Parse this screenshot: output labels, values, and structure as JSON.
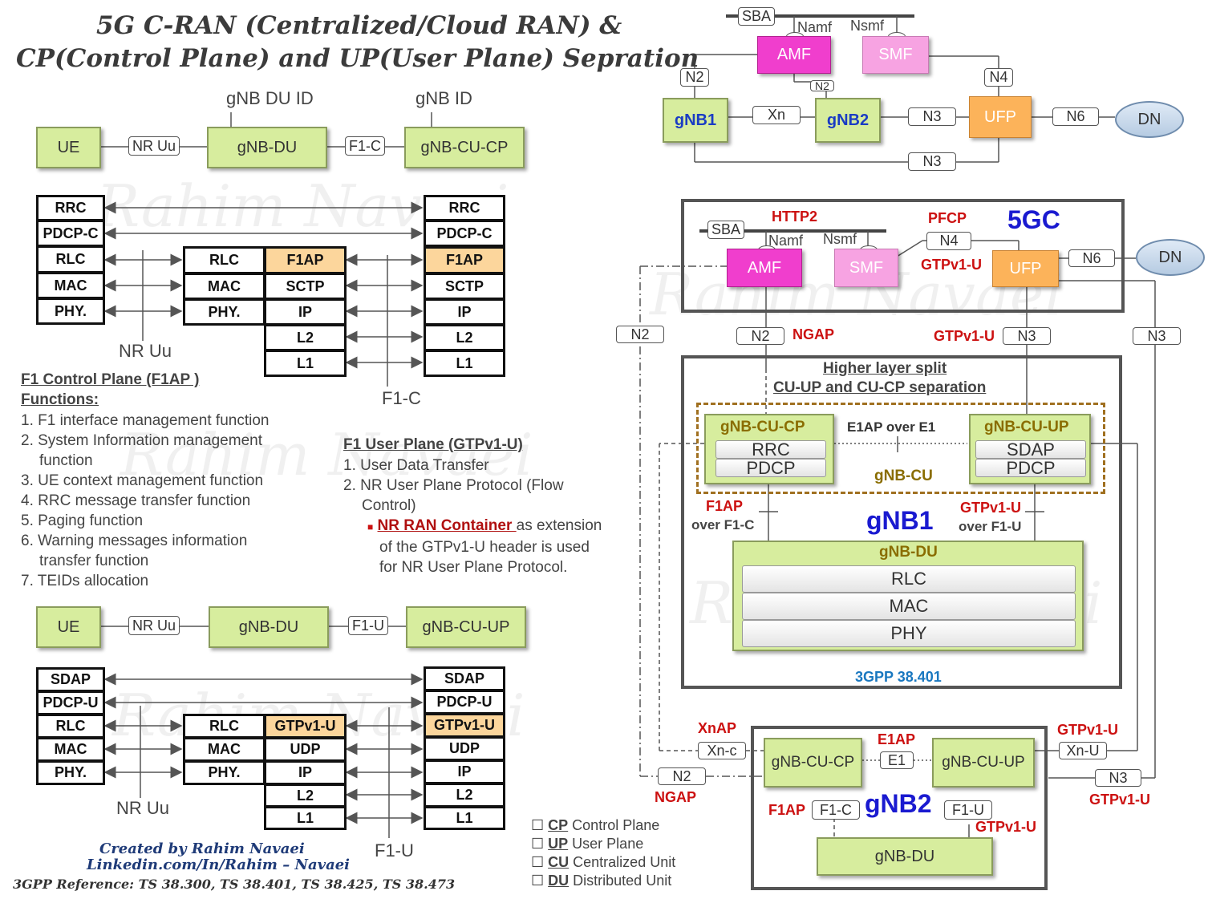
{
  "title": {
    "line1": "5G C-RAN (Centralized/Cloud RAN) &",
    "line2": "CP(Control Plane) and UP(User Plane) Sepration"
  },
  "watermark": "Rahim Navaei",
  "cp_chain": {
    "ue": "UE",
    "nr_uu": "NR Uu",
    "gnb_du": "gNB-DU",
    "f1c": "F1-C",
    "gnb_cu_cp": "gNB-CU-CP",
    "du_id_label": "gNB DU ID",
    "gnb_id_label": "gNB ID"
  },
  "cp_stack": {
    "ue": [
      "RRC",
      "PDCP-C",
      "RLC",
      "MAC",
      "PHY."
    ],
    "du_left": [
      "RLC",
      "MAC",
      "PHY."
    ],
    "du_right": [
      "F1AP",
      "SCTP",
      "IP",
      "L2",
      "L1"
    ],
    "cu": [
      "RRC",
      "PDCP-C",
      "F1AP",
      "SCTP",
      "IP",
      "L2",
      "L1"
    ],
    "nr_uu_label": "NR Uu",
    "f1c_label": "F1-C"
  },
  "f1_cp": {
    "heading1": "F1 Control Plane (F1AP )",
    "heading2": "Functions:",
    "items": [
      "1. F1 interface management function",
      "2. System Information management",
      "function",
      "3. UE context management  function",
      "4. RRC message transfer function",
      "5. Paging function",
      "6. Warning messages information",
      "transfer function",
      "7. TEIDs allocation"
    ]
  },
  "f1_up": {
    "heading": "F1 User Plane (GTPv1-U)",
    "items": [
      "1. User Data Transfer",
      "2. NR User Plane Protocol (Flow",
      "Control)"
    ],
    "bullet_link": "NR RAN Container ",
    "bullet_rest": "as extension",
    "bullet_line2": "of the GTPv1-U header is used",
    "bullet_line3": "for NR User Plane Protocol."
  },
  "up_chain": {
    "ue": "UE",
    "nr_uu": "NR Uu",
    "gnb_du": "gNB-DU",
    "f1u": "F1-U",
    "gnb_cu_up": "gNB-CU-UP"
  },
  "up_stack": {
    "ue": [
      "SDAP",
      "PDCP-U",
      "RLC",
      "MAC",
      "PHY."
    ],
    "du_left": [
      "RLC",
      "MAC",
      "PHY."
    ],
    "du_right": [
      "GTPv1-U",
      "UDP",
      "IP",
      "L2",
      "L1"
    ],
    "cu": [
      "SDAP",
      "PDCP-U",
      "GTPv1-U",
      "UDP",
      "IP",
      "L2",
      "L1"
    ],
    "nr_uu_label": "NR Uu",
    "f1u_label": "F1-U"
  },
  "credits": {
    "created": "Created by Rahim Navaei",
    "linkedin": "Linkedin.com/In/Rahim – Navaei",
    "reference": "3GPP Reference: TS 38.300, TS 38.401, TS 38.425, TS 38.473"
  },
  "legend": [
    {
      "abbr": "CP",
      "text": " Control Plane"
    },
    {
      "abbr": "UP",
      "text": " User Plane"
    },
    {
      "abbr": "CU",
      "text": " Centralized Unit"
    },
    {
      "abbr": "DU",
      "text": " Distributed Unit"
    }
  ],
  "top_net": {
    "sba": "SBA",
    "namf": "Namf",
    "nsmf": "Nsmf",
    "amf": "AMF",
    "smf": "SMF",
    "n2_left": "N2",
    "n2_mid": "N2",
    "n4": "N4",
    "gnb1": "gNB1",
    "xn": "Xn",
    "gnb2": "gNB2",
    "n3_a": "N3",
    "ufp": "UFP",
    "n6": "N6",
    "dn": "DN",
    "n3_b": "N3"
  },
  "core5gc": {
    "title": "5GC",
    "http2": "HTTP2",
    "pfcp": "PFCP",
    "sba": "SBA",
    "namf": "Namf",
    "nsmf": "Nsmf",
    "n4": "N4",
    "amf": "AMF",
    "smf": "SMF",
    "gtpu_top": "GTPv1-U",
    "ufp": "UFP",
    "n6": "N6",
    "dn": "DN"
  },
  "links": {
    "n2_outer": "N2",
    "n2_ngap": "N2",
    "ngap": "NGAP",
    "gtpu_n3": "GTPv1-U",
    "n3": "N3",
    "n3_outer": "N3"
  },
  "gnb1": {
    "split1": "Higher layer split",
    "split2": "CU-UP  and CU-CP separation",
    "cu_cp": "gNB-CU-CP",
    "rrc": "RRC",
    "pdcp": "PDCP",
    "e1ap": "E1AP over E1",
    "cu_up": "gNB-CU-UP",
    "sdap": "SDAP",
    "pdcp2": "PDCP",
    "gnb_cu": "gNB-CU",
    "f1ap": "F1AP",
    "over_f1c": "over F1-C",
    "name": "gNB1",
    "gtpu": "GTPv1-U",
    "over_f1u": "over F1-U",
    "du": "gNB-DU",
    "rlc": "RLC",
    "mac": "MAC",
    "phy": "PHY",
    "ref": "3GPP 38.401"
  },
  "gnb2": {
    "xnap": "XnAP",
    "xnc": "Xn-c",
    "n2": "N2",
    "ngap": "NGAP",
    "e1ap": "E1AP",
    "e1": "E1",
    "cu_cp": "gNB-CU-CP",
    "cu_up": "gNB-CU-UP",
    "gtpu_xn": "GTPv1-U",
    "xnu": "Xn-U",
    "n3": "N3",
    "gtpu_n3": "GTPv1-U",
    "f1ap": "F1AP",
    "f1c": "F1-C",
    "name": "gNB2",
    "f1u": "F1-U",
    "gtpu_f1": "GTPv1-U",
    "du": "gNB-DU"
  }
}
